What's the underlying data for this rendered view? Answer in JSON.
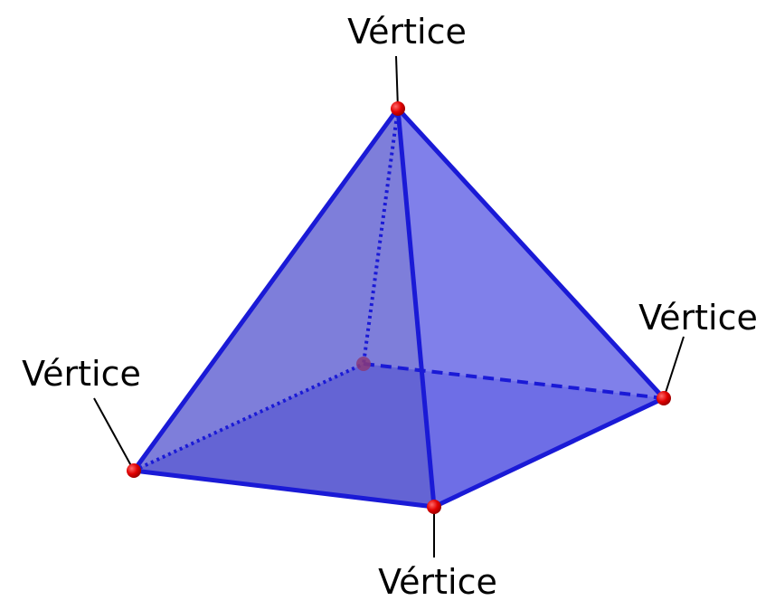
{
  "labels": {
    "apex": "Vértice",
    "left": "Vértice",
    "right": "Vértice",
    "front": "Vértice"
  },
  "colors": {
    "edge": "#1a1ad6",
    "vertex": "#e00000",
    "face_left": "#5a5ad0",
    "face_right": "#6a6ae6",
    "face_base": "#7b7be0"
  }
}
